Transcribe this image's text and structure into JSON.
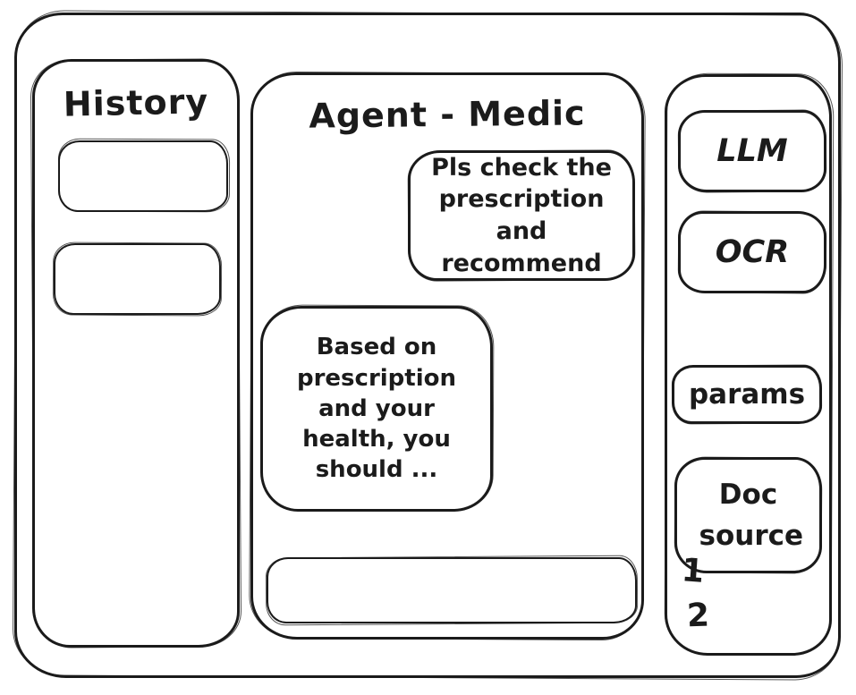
{
  "colors": {
    "ink": "#1b1b1b",
    "background": "#ffffff"
  },
  "window": {
    "history_panel": {
      "title": "History",
      "items": [
        {
          "label": ""
        },
        {
          "label": ""
        }
      ]
    },
    "chat_panel": {
      "title": "Agent - Medic",
      "messages": [
        {
          "role": "user",
          "text": "Pls check the prescription and recommend"
        },
        {
          "role": "assistant",
          "text": "Based on prescription and your health, you should ..."
        }
      ],
      "input": {
        "value": "",
        "placeholder": ""
      }
    },
    "tools_panel": {
      "buttons": [
        {
          "id": "llm",
          "label": "LLM"
        },
        {
          "id": "ocr",
          "label": "OCR"
        },
        {
          "id": "params",
          "label": "params"
        },
        {
          "id": "doc-source",
          "label": "Doc source"
        }
      ],
      "doc_source_items": [
        {
          "label": "1"
        },
        {
          "label": "2"
        }
      ]
    }
  }
}
